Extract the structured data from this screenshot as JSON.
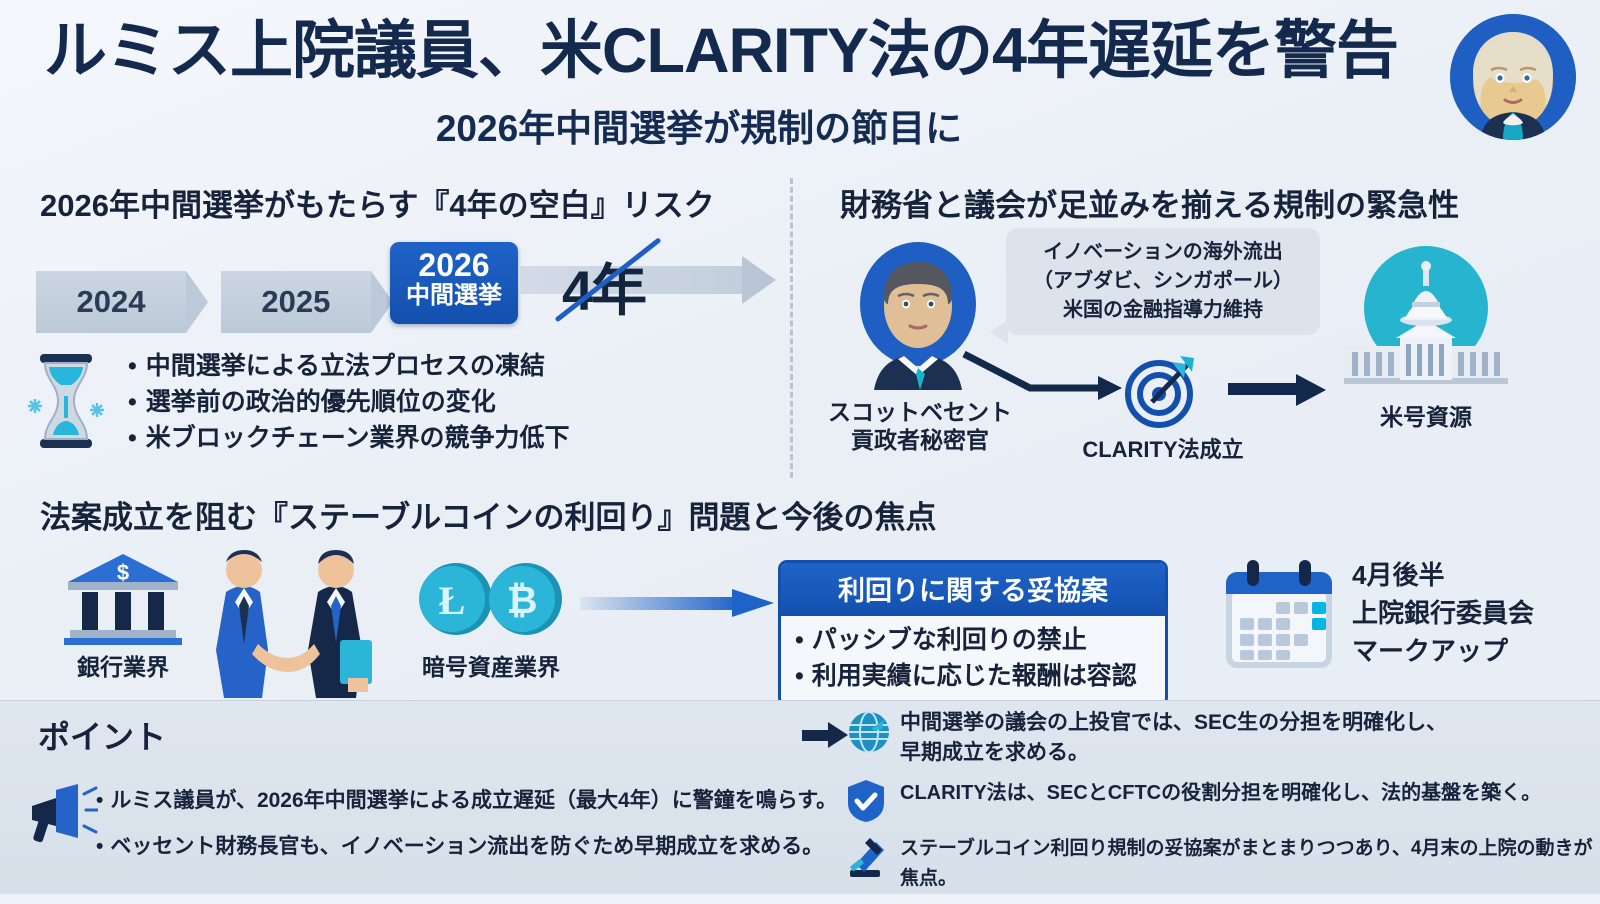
{
  "header": {
    "title": "ルミス上院議員、米CLARITY法の4年遅延を警告",
    "subtitle": "2026年中間選挙が規制の節目に",
    "avatar_alt": "ルミス上院議員"
  },
  "left_section": {
    "heading": "2026年中間選挙がもたらす『4年の空白』リスク",
    "timeline": [
      {
        "label": "2024",
        "style": "grey"
      },
      {
        "label": "2025",
        "style": "grey"
      },
      {
        "label": "",
        "style": "cyan"
      }
    ],
    "highlight": {
      "year": "2026",
      "event": "中間選挙"
    },
    "gap_label": "4年",
    "bullets": [
      "中間選挙による立法プロセスの凍結",
      "選挙前の政治的優先順位の変化",
      "米ブロックチェーン業界の競争力低下"
    ]
  },
  "right_section": {
    "heading": "財務省と議会が足並みを揃える規制の緊急性",
    "person": {
      "name": "スコットベセント",
      "role": "貢政者秘密官"
    },
    "bubble": [
      "イノベーションの海外流出",
      "（アブダビ、シンガポール）",
      "米国の金融指導力維持"
    ],
    "target_label": "CLARITY法成立",
    "capitol_label": "米号資源"
  },
  "middle_section": {
    "heading": "法案成立を阻む『ステーブルコインの利回り』問題と今後の焦点",
    "bank_label": "銀行業界",
    "crypto_label": "暗号資産業界",
    "compromise": {
      "title": "利回りに関する妥協案",
      "items": [
        "パッシブな利回りの禁止",
        "利用実績に応じた報酬は容認"
      ]
    },
    "calendar": {
      "lines": [
        "4月後半",
        "上院銀行委員会",
        "マークアップ"
      ]
    }
  },
  "points_section": {
    "title": "ポイント",
    "left_items": [
      "ルミス議員が、2026年中間選挙による成立遅延（最大4年）に警鐘を鳴らす。",
      "ベッセント財務長官も、イノベーション流出を防ぐため早期成立を求める。"
    ],
    "right_items": [
      {
        "icon": "globe-icon",
        "line1": "中間選挙の議会の上投官では、SEC生の分担を明確化し、",
        "line2": "早期成立を求める。"
      },
      {
        "icon": "shield-check-icon",
        "line1": "CLARITY法は、SECとCFTCの役割分担を明確化し、法的基盤を築く。",
        "line2": ""
      },
      {
        "icon": "gavel-icon",
        "line1": "ステーブルコイン利回り規制の妥協案がまとまりつつあり、4月末の上院の動きが焦点。",
        "line2": ""
      }
    ]
  },
  "colors": {
    "navy": "#132a4e",
    "blue": "#1350ae",
    "bright_blue": "#1f63c8",
    "cyan": "#2bb6d9",
    "band": "#d7e0ea"
  }
}
